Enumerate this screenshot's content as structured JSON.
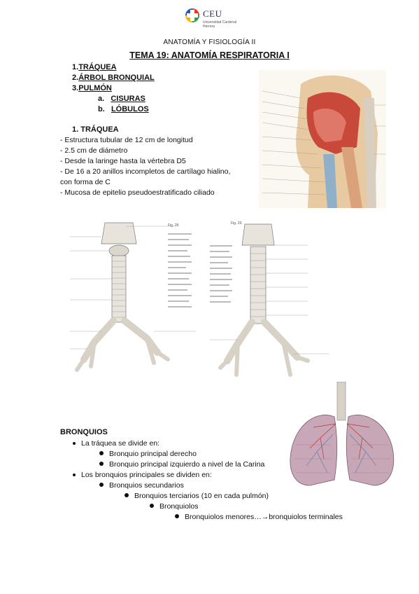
{
  "header": {
    "logo_name": "CEU",
    "logo_subtitle": "Universidad Cardenal Herrera"
  },
  "subject": "ANATOMÍA Y FISIOLOGÍA II",
  "title": "TEMA 19: ANATOMÍA RESPIRATORIA I",
  "toc": [
    {
      "num": "1.",
      "label": "TRÁQUEA"
    },
    {
      "num": "2.",
      "label": "ÁRBOL BRONQUIAL"
    },
    {
      "num": "3.",
      "label": "PULMÓN"
    }
  ],
  "toc_sub": [
    {
      "num": "a.",
      "label": "CISURAS"
    },
    {
      "num": "b.",
      "label": "LÓBULOS"
    }
  ],
  "trachea": {
    "heading": "1.  TRÁQUEA",
    "lines": [
      "- Estructura tubular de 12 cm de longitud",
      "- 2.5 cm de diámetro",
      "- Desde la laringe hasta la vértebra D5",
      "- De 16 a 20 anillos incompletos de cartílago hialino,",
      "con forma de C",
      "- Mucosa de epitelio pseudoestratificado ciliado"
    ]
  },
  "bronchi": {
    "heading": "BRONQUIOS",
    "items": [
      {
        "level": 1,
        "text": "La tráquea se divide en:"
      },
      {
        "level": 2,
        "text": "Bronquio principal derecho"
      },
      {
        "level": 2,
        "text": "Bronquio principal izquierdo a nivel de la Carina"
      },
      {
        "level": 1,
        "text": "Los bronquios principales se dividen en:"
      },
      {
        "level": 2,
        "text": "Bronquios secundarios"
      },
      {
        "level": 3,
        "text": "Bronquios terciarios (10 en cada pulmón)"
      },
      {
        "level": 4,
        "text": "Bronquiolos"
      },
      {
        "level": 5,
        "text": "Bronquiolos menores…→bronquiolos terminales"
      }
    ]
  },
  "figures": {
    "fig_left_caption": "Fig. 28.",
    "fig_right_caption": "Fig. 29."
  },
  "colors": {
    "text": "#111111",
    "logo_blue": "#2a2a78",
    "tissue_red": "#c8483a",
    "cartilage": "#e8e4dc"
  }
}
